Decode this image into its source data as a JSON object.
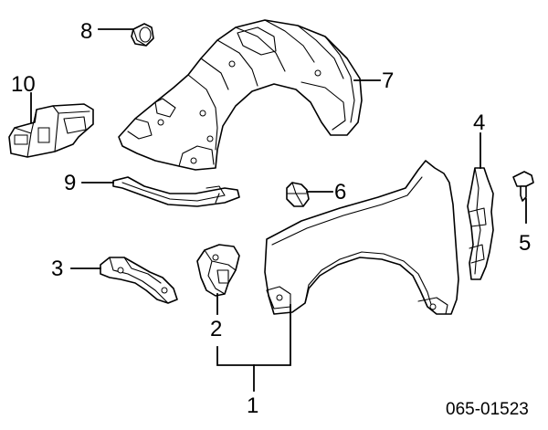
{
  "callouts": [
    {
      "id": "1",
      "label": "1"
    },
    {
      "id": "2",
      "label": "2"
    },
    {
      "id": "3",
      "label": "3"
    },
    {
      "id": "4",
      "label": "4"
    },
    {
      "id": "5",
      "label": "5"
    },
    {
      "id": "6",
      "label": "6"
    },
    {
      "id": "7",
      "label": "7"
    },
    {
      "id": "8",
      "label": "8"
    },
    {
      "id": "9",
      "label": "9"
    },
    {
      "id": "10",
      "label": "10"
    }
  ],
  "diagram_code": "065-01523",
  "colors": {
    "line": "#000000",
    "background": "#ffffff"
  }
}
